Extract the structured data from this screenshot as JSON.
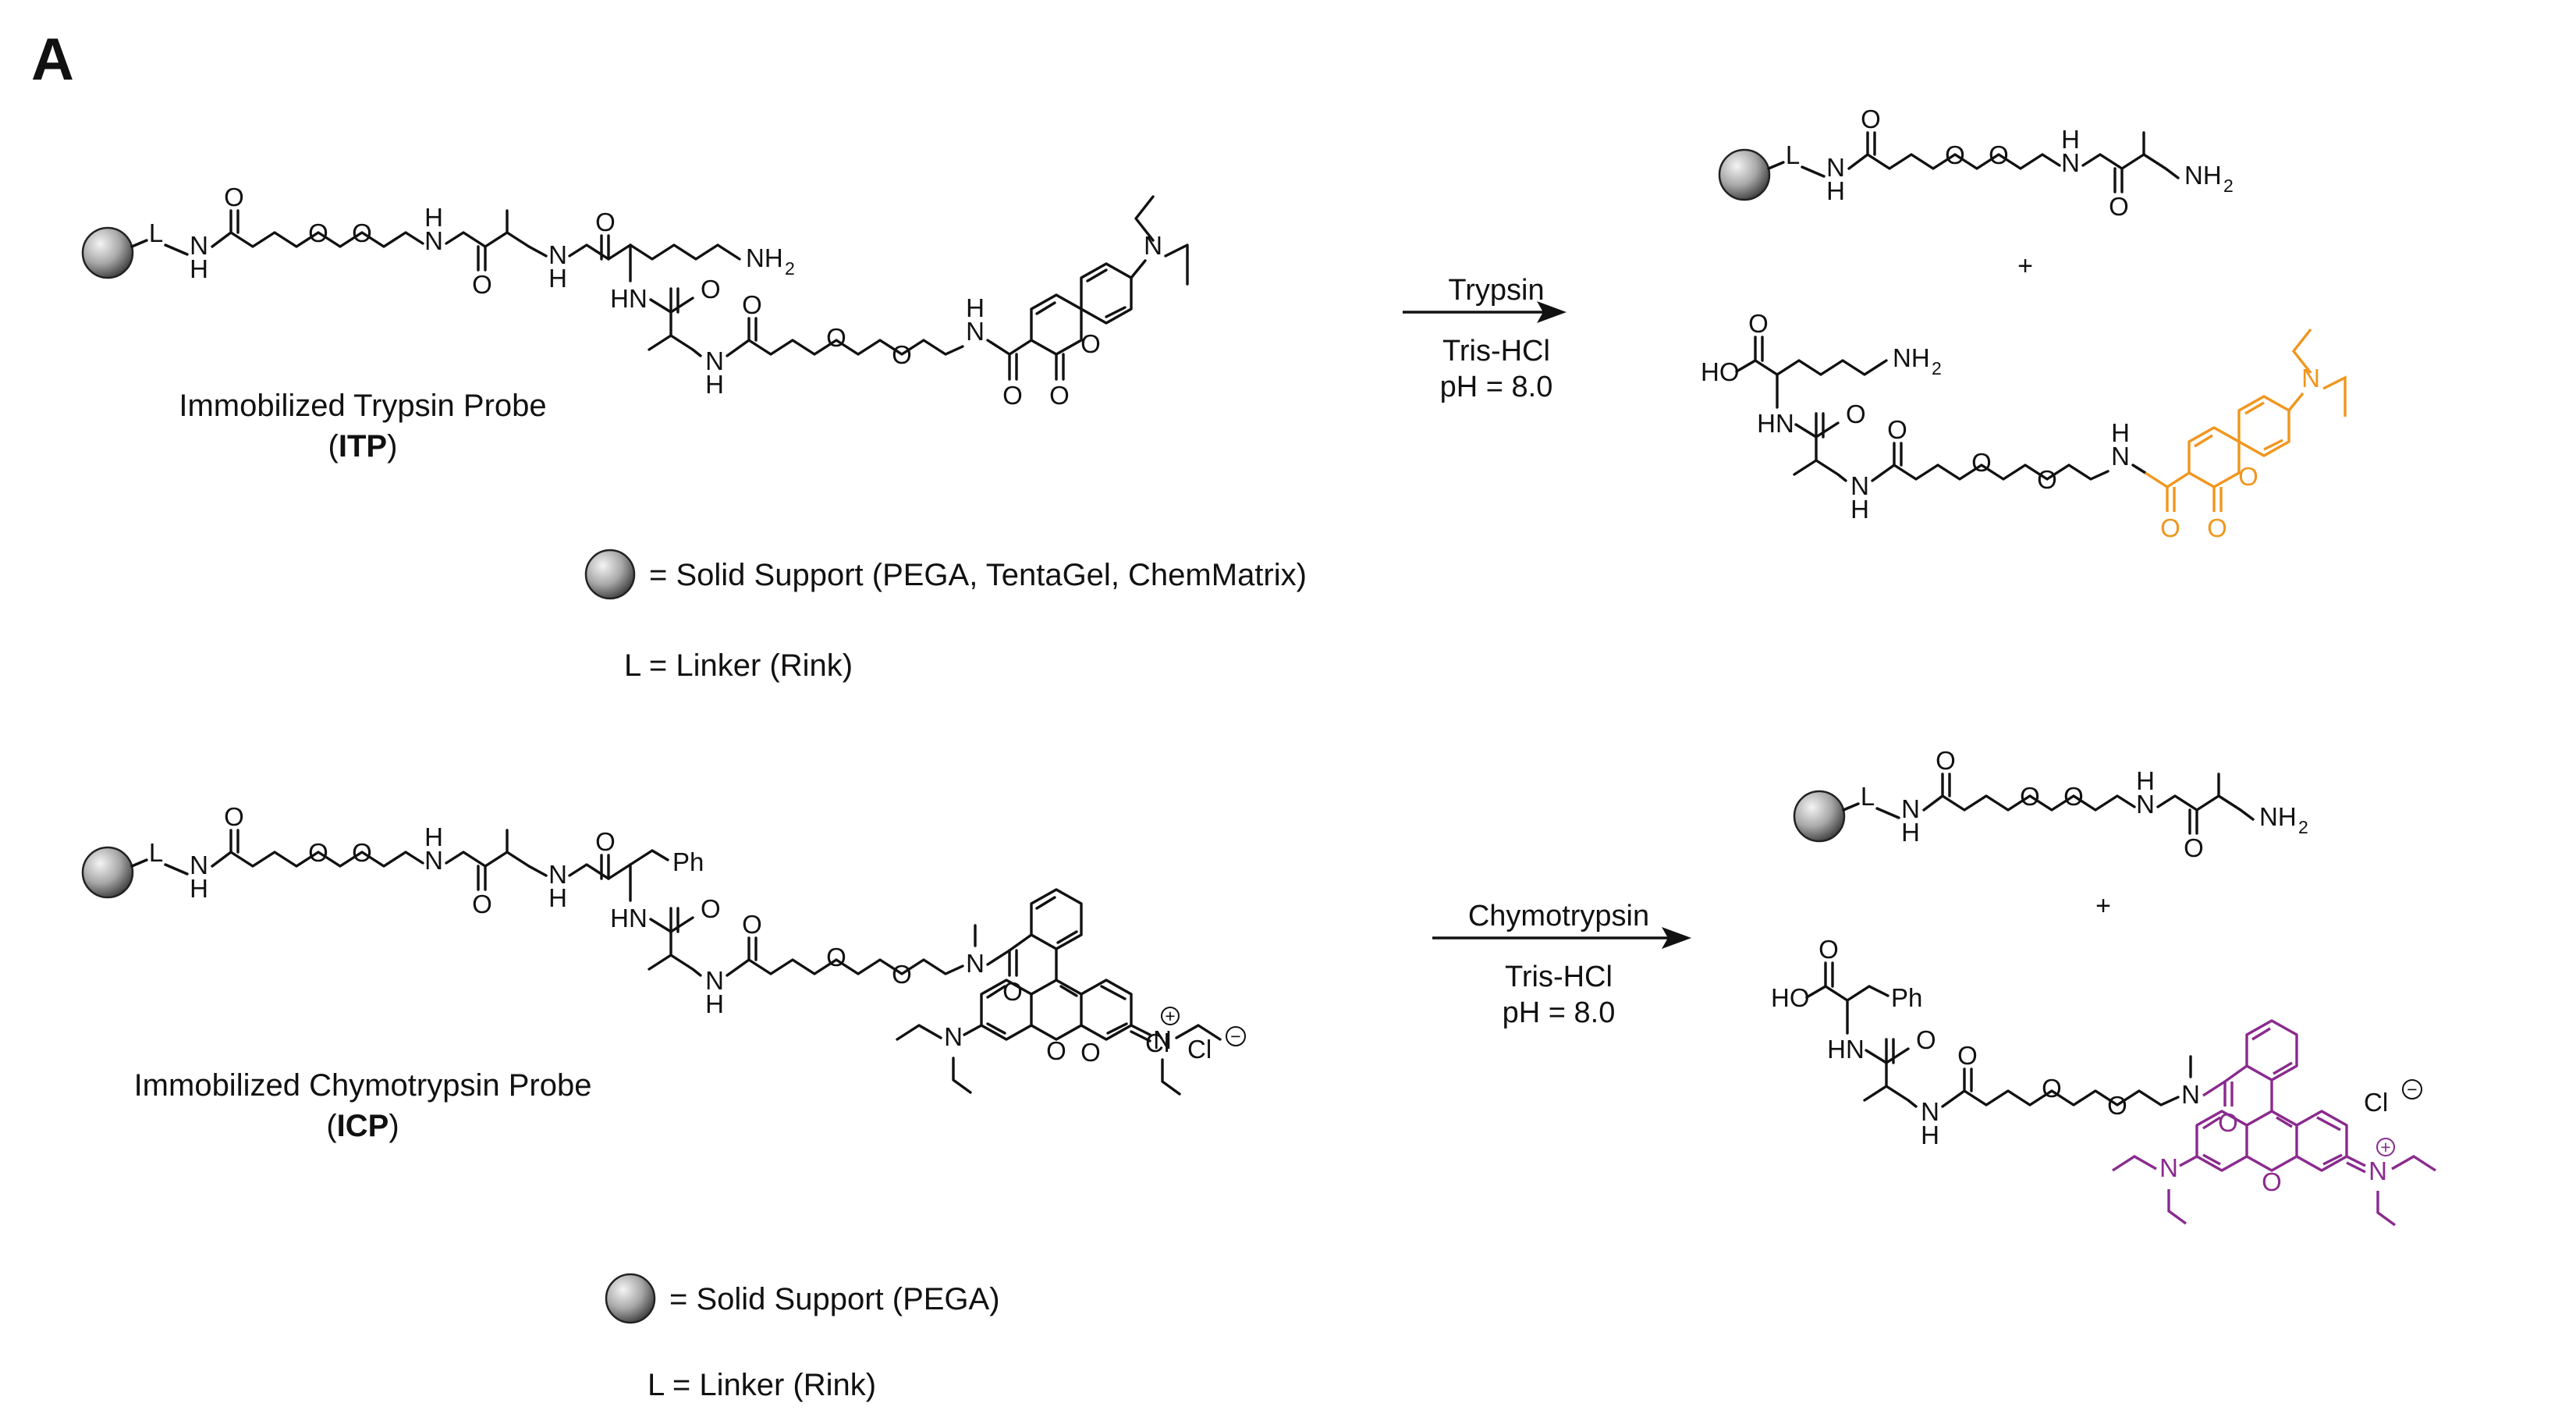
{
  "panel_label": "A",
  "colors": {
    "bond": "#111111",
    "coumarin_fluorophore": "#F0961E",
    "rhodamine_fluorophore": "#8A2A8E",
    "bead_light": "#f4f4f4",
    "bead_dark": "#404040"
  },
  "trypsin": {
    "probe_name": "Immobilized Trypsin Probe",
    "probe_abbr": "ITP",
    "enzyme": "Trypsin",
    "buffer": "Tris-HCl",
    "ph": "pH = 8.0",
    "support_legend": "= Solid Support (PEGA, TentaGel, ChemMatrix)",
    "linker_legend": "L = Linker (Rink)"
  },
  "chymotrypsin": {
    "probe_name": "Immobilized Chymotrypsin Probe",
    "probe_abbr": "ICP",
    "enzyme": "Chymotrypsin",
    "buffer": "Tris-HCl",
    "ph": "pH = 8.0",
    "support_legend": "= Solid Support (PEGA)",
    "linker_legend": "L = Linker (Rink)"
  },
  "atoms": {
    "L": "L",
    "N": "N",
    "H": "H",
    "O": "O",
    "NH": "NH",
    "HN": "HN",
    "NH2": "NH",
    "two": "2",
    "HO": "HO",
    "Ph": "Ph",
    "Cl": "Cl",
    "plus": "+",
    "minus": "−"
  }
}
